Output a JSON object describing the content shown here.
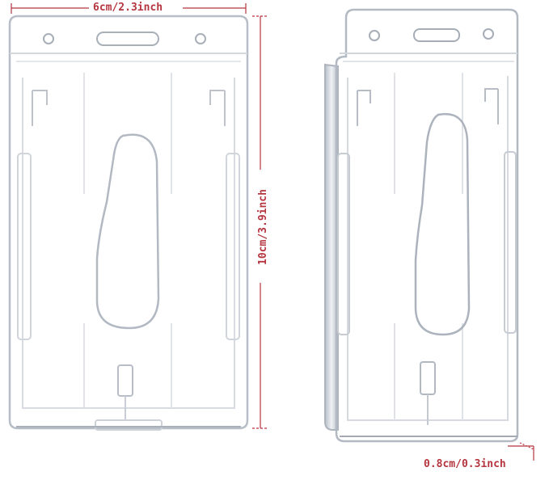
{
  "image": {
    "subject": "two clear plastic vertical badge holders with dimension markings",
    "colors": {
      "dimension": "#b5353f",
      "plastic_edge": "#c9ced6",
      "plastic_dark": "#9aa1ab",
      "background": "#ffffff"
    }
  },
  "dimensions": {
    "width_label": "6cm/2.3inch",
    "height_label": "10cm/3.9inch",
    "thickness_label": "0.8cm/0.3inch"
  }
}
